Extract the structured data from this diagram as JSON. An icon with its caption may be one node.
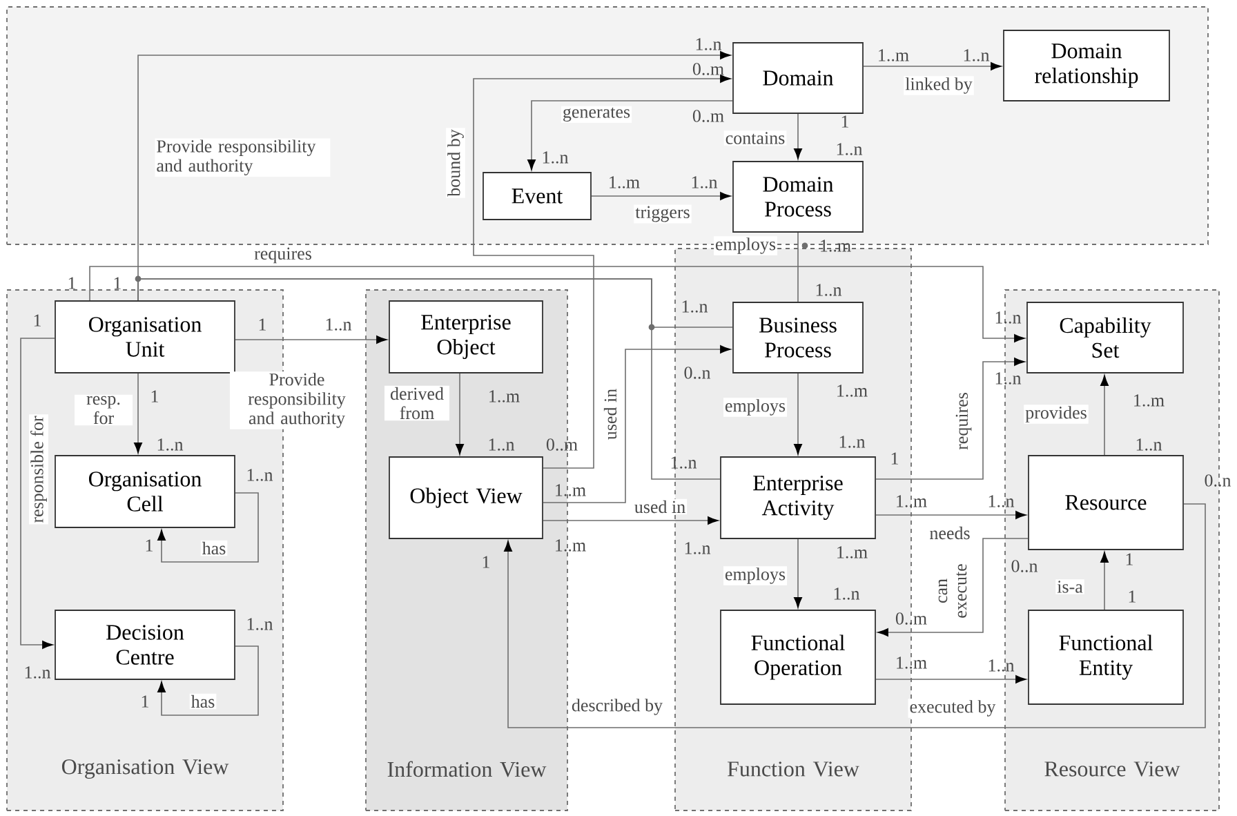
{
  "diagram": {
    "nodes": [
      {
        "text": [],
        "shape": "box"
      },
      {
        "text": [
          "Domain"
        ],
        "in": 0
      },
      {
        "text": [
          "Domain relationship"
        ],
        "in": 0
      },
      {
        "text": [
          "Event"
        ],
        "in": 0
      },
      {
        "text": [
          "Domain Process"
        ],
        "in": 0
      },
      {
        "text": [
          "Organisation View"
        ]
      },
      {
        "text": [
          "Organisation Unit"
        ],
        "in": 5
      },
      {
        "text": [
          "Organisation Cell"
        ],
        "in": 5
      },
      {
        "text": [
          "Decision Centre"
        ],
        "in": 5
      },
      {
        "text": [
          "Information View"
        ]
      },
      {
        "text": [
          "Enterprise Object"
        ],
        "in": 9
      },
      {
        "text": [
          "Object View"
        ],
        "in": 9
      },
      {
        "text": [
          "Function View"
        ]
      },
      {
        "text": [
          "Business Process"
        ],
        "in": 12
      },
      {
        "text": [
          "Enterprise Activity"
        ],
        "in": 12
      },
      {
        "text": [
          "Functional Operation"
        ],
        "in": 12
      },
      {
        "text": [
          "Resource View"
        ]
      },
      {
        "text": [
          "Capability Set"
        ],
        "in": 16
      },
      {
        "text": [
          "Resource"
        ],
        "in": 16
      },
      {
        "text": [
          "Functional Entity"
        ],
        "in": 16
      }
    ],
    "edges": [
      {
        "from": 6,
        "to": 1,
        "arrow": "to",
        "label": "Provide responsibility and authority"
      },
      {
        "from": 6,
        "to": 13,
        "arrow": "none"
      },
      {
        "from": 6,
        "to": 14,
        "arrow": "none"
      },
      {
        "from": 6,
        "to": 17,
        "arrow": "to",
        "label": "requires"
      },
      {
        "from": 6,
        "to": 10,
        "arrow": "to",
        "label": "Provide responsibility and authority"
      },
      {
        "from": 6,
        "to": 7,
        "arrow": "to",
        "label": "resp. for"
      },
      {
        "from": 6,
        "to": 8,
        "arrow": "to",
        "label": "responsible for"
      },
      {
        "from": 7,
        "to": 7,
        "arrow": "to",
        "label": "has"
      },
      {
        "from": 8,
        "to": 8,
        "arrow": "to",
        "label": "has"
      },
      {
        "from": 1,
        "to": 2,
        "arrow": "to",
        "label": "linked by"
      },
      {
        "from": 1,
        "to": 4,
        "arrow": "to",
        "label": "contains"
      },
      {
        "from": 1,
        "to": 3,
        "arrow": "to",
        "label": "generates"
      },
      {
        "from": 3,
        "to": 4,
        "arrow": "to",
        "label": "triggers"
      },
      {
        "from": 11,
        "to": 1,
        "arrow": "to",
        "label": "bound by"
      },
      {
        "from": 4,
        "to": 13,
        "arrow": "none",
        "label": "employs"
      },
      {
        "from": 10,
        "to": 11,
        "arrow": "to",
        "label": "derived from"
      },
      {
        "from": 11,
        "to": 13,
        "arrow": "to",
        "label": "used in"
      },
      {
        "from": 11,
        "to": 14,
        "arrow": "to",
        "label": "used in"
      },
      {
        "from": 13,
        "to": 14,
        "arrow": "to",
        "label": "employs"
      },
      {
        "from": 14,
        "to": 15,
        "arrow": "to",
        "label": "employs"
      },
      {
        "from": 14,
        "to": 17,
        "arrow": "to",
        "label": "requires"
      },
      {
        "from": 18,
        "to": 17,
        "arrow": "to",
        "label": "provides"
      },
      {
        "from": 14,
        "to": 18,
        "arrow": "to",
        "label": "needs"
      },
      {
        "from": 18,
        "to": 15,
        "arrow": "to",
        "label": "can execute"
      },
      {
        "from": 15,
        "to": 19,
        "arrow": "to",
        "label": "executed by"
      },
      {
        "from": 19,
        "to": 18,
        "arrow": "to",
        "label": "is-a"
      },
      {
        "from": 18,
        "to": 11,
        "arrow": "to",
        "label": "described by"
      }
    ],
    "labels": [
      "1..n",
      "0..m",
      "1..m",
      "1..n",
      "0..m",
      "1",
      "1..n",
      "1..n",
      "1..m",
      "1..n",
      "1..m",
      "1",
      "1",
      "1..n",
      "1",
      "1",
      "1..n",
      "1..n",
      "1..n",
      "0..n",
      "1..n",
      "1",
      "1..m",
      "1..m",
      "1..m",
      "1..n",
      "1..n",
      "0..m",
      "1..n",
      "1..n",
      "1..n",
      "1",
      "1..n",
      "0..n",
      "1..m",
      "1..m",
      "1..n",
      "1",
      "1",
      "1..m",
      "1..n",
      "1..m",
      "0..n",
      "1",
      "1..n",
      "1",
      "1..n",
      "0..m",
      "1..n",
      "1..m",
      "1..n",
      "1"
    ]
  }
}
